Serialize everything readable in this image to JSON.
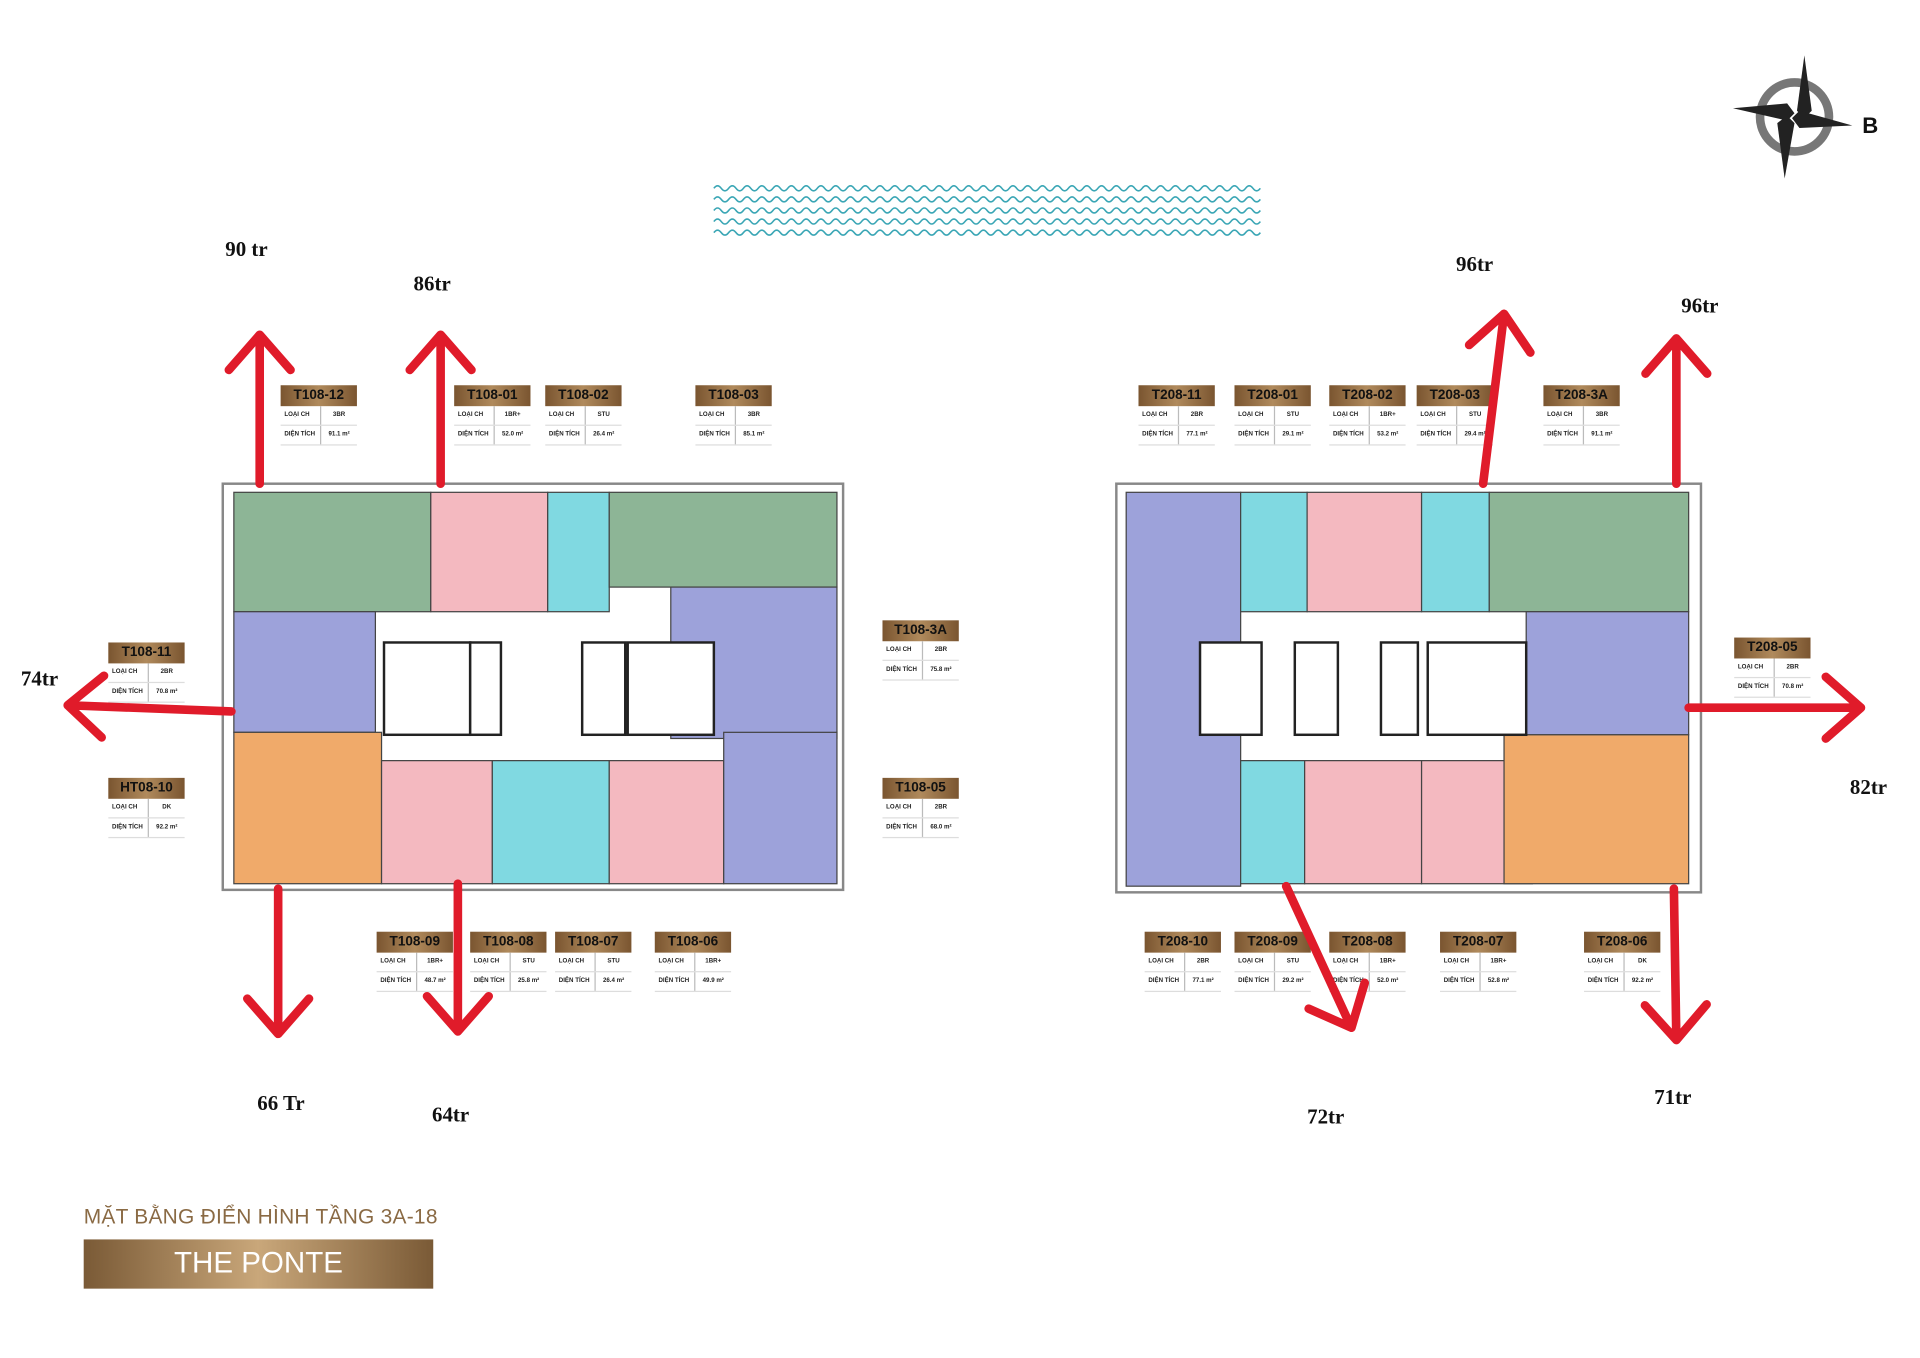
{
  "title": "MẶT BẰNG ĐIỂN HÌNH TẦNG 3A-18",
  "brand": "THE PONTE",
  "compass": {
    "north_label": "B"
  },
  "labels": {
    "type": "LOẠI CH",
    "area": "DIỆN TÍCH"
  },
  "prices": [
    "90 tr",
    "86tr",
    "74tr",
    "66 Tr",
    "64tr",
    "96tr",
    "96tr",
    "82tr",
    "72tr",
    "71tr"
  ],
  "units": [
    {
      "code": "T108-12",
      "type": "3BR",
      "area": "91.1 m²"
    },
    {
      "code": "T108-01",
      "type": "1BR+",
      "area": "52.0 m²"
    },
    {
      "code": "T108-02",
      "type": "STU",
      "area": "26.4 m²"
    },
    {
      "code": "T108-03",
      "type": "3BR",
      "area": "85.1 m²"
    },
    {
      "code": "T108-11",
      "type": "2BR",
      "area": "70.8 m²"
    },
    {
      "code": "HT08-10",
      "type": "DK",
      "area": "92.2 m²"
    },
    {
      "code": "T108-3A",
      "type": "2BR",
      "area": "75.8 m²"
    },
    {
      "code": "T108-05",
      "type": "2BR",
      "area": "68.0 m²"
    },
    {
      "code": "T108-09",
      "type": "1BR+",
      "area": "48.7 m²"
    },
    {
      "code": "T108-08",
      "type": "STU",
      "area": "25.8 m²"
    },
    {
      "code": "T108-07",
      "type": "STU",
      "area": "26.4 m²"
    },
    {
      "code": "T108-06",
      "type": "1BR+",
      "area": "49.9 m²"
    },
    {
      "code": "T208-11",
      "type": "2BR",
      "area": "77.1 m²"
    },
    {
      "code": "T208-01",
      "type": "STU",
      "area": "29.1 m²"
    },
    {
      "code": "T208-02",
      "type": "1BR+",
      "area": "53.2 m²"
    },
    {
      "code": "T208-03",
      "type": "STU",
      "area": "29.4 m²"
    },
    {
      "code": "T208-3A",
      "type": "3BR",
      "area": "91.1 m²"
    },
    {
      "code": "T208-05",
      "type": "2BR",
      "area": "70.8 m²"
    },
    {
      "code": "T208-10",
      "type": "2BR",
      "area": "77.1 m²"
    },
    {
      "code": "T208-09",
      "type": "STU",
      "area": "29.2 m²"
    },
    {
      "code": "T208-08",
      "type": "1BR+",
      "area": "52.0 m²"
    },
    {
      "code": "T208-07",
      "type": "1BR+",
      "area": "52.8 m²"
    },
    {
      "code": "T208-06",
      "type": "DK",
      "area": "92.2 m²"
    }
  ],
  "colors": {
    "arrow": "#e01b2a",
    "green": "#8db596",
    "pink": "#f4b9c0",
    "cyan": "#80d9e1",
    "purple": "#9da2da",
    "orange": "#f0aa6a",
    "gold": "#9c7a4f"
  }
}
